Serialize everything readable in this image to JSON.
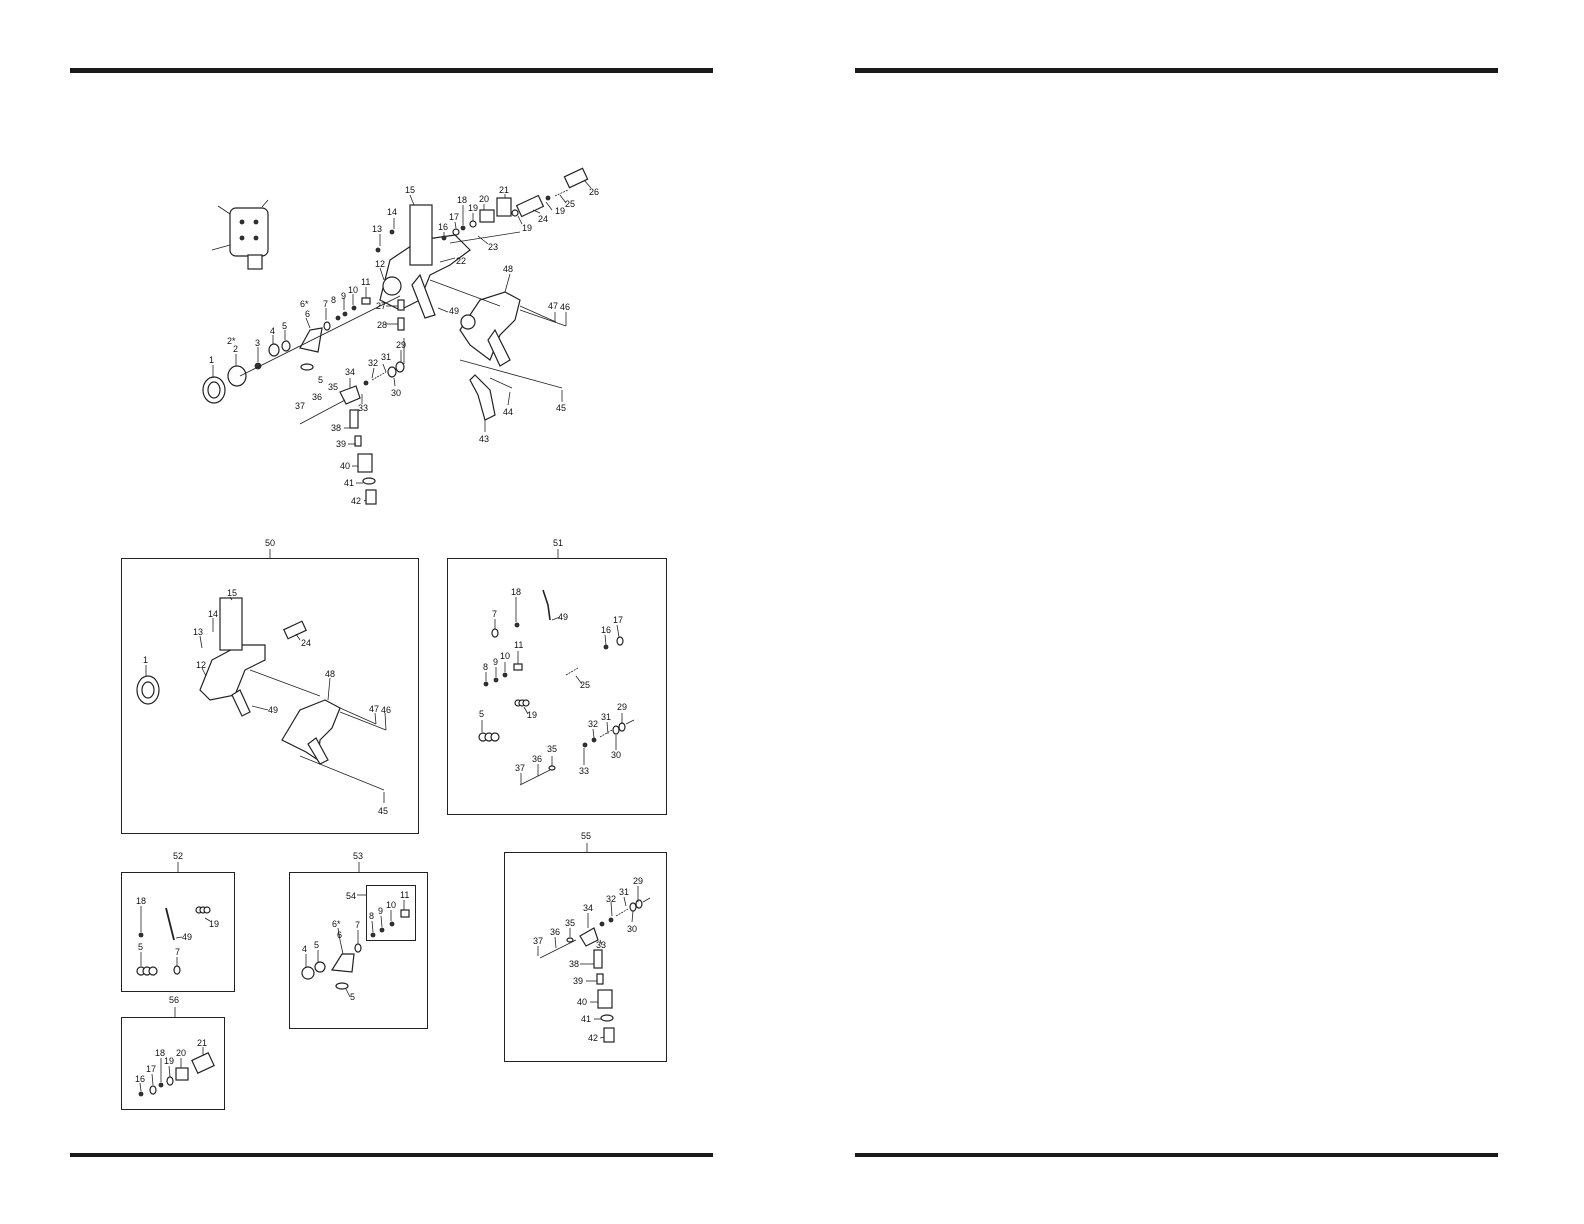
{
  "page": {
    "left_top_rule": true,
    "right_top_rule": true
  },
  "main_labels": [
    {
      "id": "1",
      "t": "1"
    },
    {
      "id": "2",
      "t": "2"
    },
    {
      "id": "2s",
      "t": "2*"
    },
    {
      "id": "3",
      "t": "3"
    },
    {
      "id": "4",
      "t": "4"
    },
    {
      "id": "5a",
      "t": "5"
    },
    {
      "id": "5b",
      "t": "5"
    },
    {
      "id": "6",
      "t": "6"
    },
    {
      "id": "6s",
      "t": "6*"
    },
    {
      "id": "7",
      "t": "7"
    },
    {
      "id": "8",
      "t": "8"
    },
    {
      "id": "9",
      "t": "9"
    },
    {
      "id": "10",
      "t": "10"
    },
    {
      "id": "11",
      "t": "11"
    },
    {
      "id": "12",
      "t": "12"
    },
    {
      "id": "13",
      "t": "13"
    },
    {
      "id": "14",
      "t": "14"
    },
    {
      "id": "15",
      "t": "15"
    },
    {
      "id": "16",
      "t": "16"
    },
    {
      "id": "17",
      "t": "17"
    },
    {
      "id": "18",
      "t": "18"
    },
    {
      "id": "19a",
      "t": "19"
    },
    {
      "id": "19b",
      "t": "19"
    },
    {
      "id": "19c",
      "t": "19"
    },
    {
      "id": "20",
      "t": "20"
    },
    {
      "id": "21",
      "t": "21"
    },
    {
      "id": "22",
      "t": "22"
    },
    {
      "id": "23",
      "t": "23"
    },
    {
      "id": "24",
      "t": "24"
    },
    {
      "id": "25",
      "t": "25"
    },
    {
      "id": "26",
      "t": "26"
    },
    {
      "id": "27",
      "t": "27"
    },
    {
      "id": "28",
      "t": "28"
    },
    {
      "id": "29",
      "t": "29"
    },
    {
      "id": "30",
      "t": "30"
    },
    {
      "id": "31",
      "t": "31"
    },
    {
      "id": "32",
      "t": "32"
    },
    {
      "id": "33",
      "t": "33"
    },
    {
      "id": "34",
      "t": "34"
    },
    {
      "id": "35",
      "t": "35"
    },
    {
      "id": "36",
      "t": "36"
    },
    {
      "id": "37",
      "t": "37"
    },
    {
      "id": "38",
      "t": "38"
    },
    {
      "id": "39",
      "t": "39"
    },
    {
      "id": "40",
      "t": "40"
    },
    {
      "id": "41",
      "t": "41"
    },
    {
      "id": "42",
      "t": "42"
    },
    {
      "id": "43",
      "t": "43"
    },
    {
      "id": "44",
      "t": "44"
    },
    {
      "id": "45",
      "t": "45"
    },
    {
      "id": "46",
      "t": "46"
    },
    {
      "id": "47",
      "t": "47"
    },
    {
      "id": "48",
      "t": "48"
    },
    {
      "id": "49",
      "t": "49"
    }
  ],
  "kits": {
    "k50": {
      "num": "50",
      "labels": [
        "1",
        "12",
        "13",
        "14",
        "15",
        "24",
        "48",
        "49",
        "47",
        "46",
        "45"
      ]
    },
    "k51": {
      "num": "51",
      "labels": [
        "7",
        "18",
        "49",
        "16",
        "17",
        "8",
        "9",
        "10",
        "11",
        "25",
        "19",
        "5",
        "32",
        "31",
        "29",
        "30",
        "33",
        "37",
        "36",
        "35"
      ]
    },
    "k52": {
      "num": "52",
      "labels": [
        "18",
        "49",
        "19",
        "5",
        "7"
      ]
    },
    "k53": {
      "num": "53",
      "labels": [
        "54",
        "11",
        "8",
        "9",
        "10",
        "6*",
        "7",
        "4",
        "5",
        "6",
        "5"
      ]
    },
    "k55": {
      "num": "55",
      "labels": [
        "29",
        "31",
        "32",
        "34",
        "35",
        "30",
        "36",
        "37",
        "33",
        "38",
        "39",
        "40",
        "41",
        "42"
      ]
    },
    "k56": {
      "num": "56",
      "labels": [
        "21",
        "18",
        "20",
        "17",
        "19",
        "16"
      ]
    }
  }
}
